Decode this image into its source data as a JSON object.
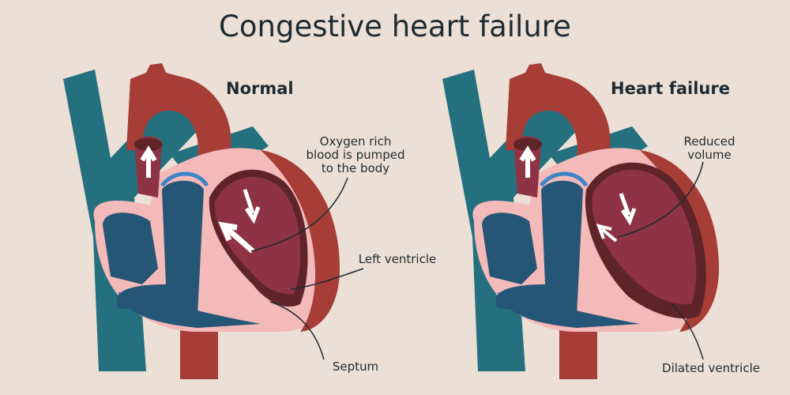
{
  "title": "Congestive heart failure",
  "panels": [
    {
      "heading": "Normal",
      "labels": {
        "oxygen": "Oxygen rich blood is pumped to the body",
        "lv": "Left ventricle",
        "septum": "Septum"
      }
    },
    {
      "heading": "Heart failure",
      "labels": {
        "reduced": "Reduced volume",
        "dilated": "Dilated ventricle"
      }
    }
  ],
  "colors": {
    "background": "#ecdfd5",
    "vessel_teal": "#24707f",
    "deoxygenated": "#255676",
    "artery_red": "#a63d36",
    "ventricle": "#8e3343",
    "wall_pink": "#f4b9b9"
  }
}
